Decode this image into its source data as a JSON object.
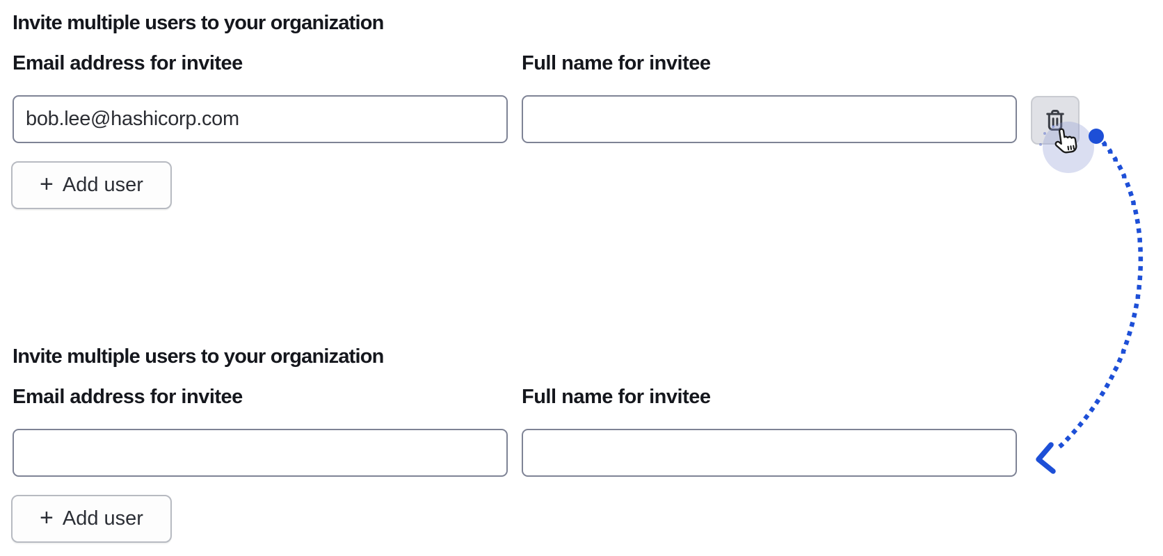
{
  "colors": {
    "accent_blue": "#1d4fd7",
    "text_primary": "#15171d",
    "input_border": "#7e8395",
    "trash_button_bg": "#e0e1e6",
    "click_halo": "rgba(142,155,212,0.33)"
  },
  "sections": [
    {
      "heading": "Invite multiple users to your organization",
      "email_label": "Email address for invitee",
      "fullname_label": "Full name for invitee",
      "email_value": "bob.lee@hashicorp.com",
      "fullname_value": "",
      "plus_icon": "+",
      "add_user_label": "Add user"
    },
    {
      "heading": "Invite multiple users to your organization",
      "email_label": "Email address for invitee",
      "fullname_label": "Full name for invitee",
      "email_value": "",
      "fullname_value": "",
      "plus_icon": "+",
      "add_user_label": "Add user"
    }
  ],
  "overlay": {
    "annotation_type": "dotted-arrow",
    "arrow_color": "#1d4fd7",
    "cursor": "pointer-hand"
  }
}
